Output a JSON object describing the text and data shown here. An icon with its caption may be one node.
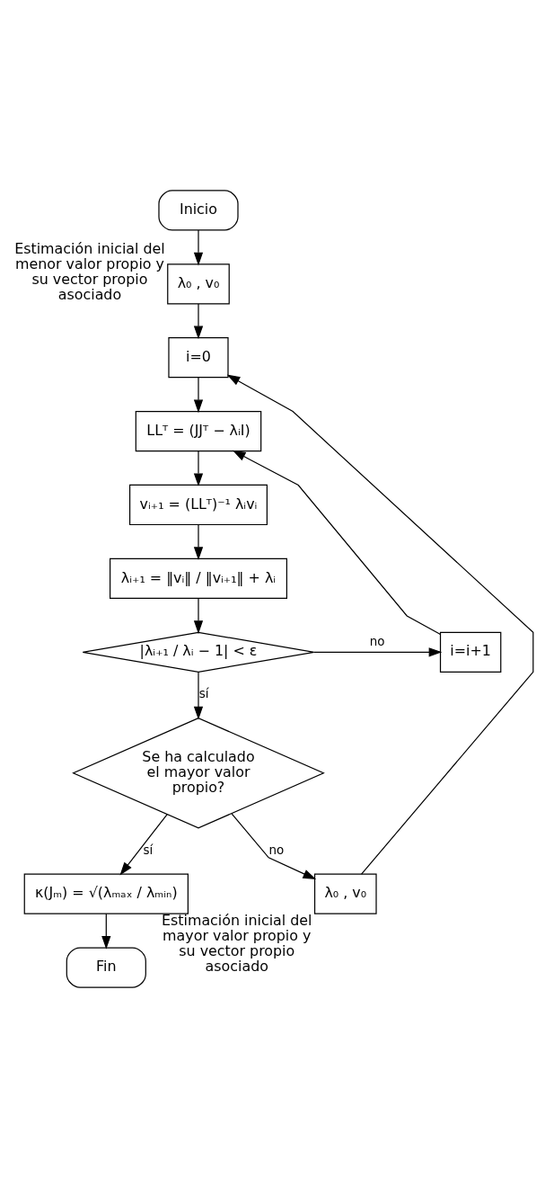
{
  "diagram": {
    "nodes": [
      {
        "text": [
          "Inicio"
        ]
      },
      {
        "text": [
          "λ₀ , v₀"
        ],
        "beside": [
          "Estimación inicial del menor valor propio y su vector propio asociado"
        ]
      },
      {
        "text": [
          "i=0"
        ]
      },
      {
        "text": [
          "LLᵀ = (JJᵀ − λᵢI)"
        ]
      },
      {
        "text": [
          "vᵢ₊₁ = (LLᵀ)⁻¹ λᵢvᵢ"
        ]
      },
      {
        "text": [
          "λᵢ₊₁ = ‖vᵢ‖ / ‖vᵢ₊₁‖ + λᵢ"
        ]
      },
      {
        "text": [
          "|λᵢ₊₁ / λᵢ − 1| < ε"
        ]
      },
      {
        "text": [
          "i=i+1"
        ]
      },
      {
        "text": [
          "Se ha calculado el mayor valor propio?"
        ]
      },
      {
        "text": [
          "λ₀ , v₀"
        ],
        "beside": [
          "Estimación inicial del mayor valor propio y su vector propio asociado"
        ]
      },
      {
        "text": [
          "κ(Jₘ) = √(λₘₐₓ / λₘᵢₙ)"
        ]
      },
      {
        "text": [
          "Fin"
        ]
      }
    ],
    "edges": [
      {
        "from": 0,
        "to": 1,
        "arrow": "to"
      },
      {
        "from": 1,
        "to": 2,
        "arrow": "to"
      },
      {
        "from": 2,
        "to": 3,
        "arrow": "to"
      },
      {
        "from": 3,
        "to": 4,
        "arrow": "to"
      },
      {
        "from": 4,
        "to": 5,
        "arrow": "to"
      },
      {
        "from": 5,
        "to": 6,
        "arrow": "to"
      },
      {
        "from": 6,
        "to": 7,
        "arrow": "to",
        "label": "no"
      },
      {
        "from": 7,
        "to": 3,
        "arrow": "to"
      },
      {
        "from": 6,
        "to": 8,
        "arrow": "to",
        "label": "sí"
      },
      {
        "from": 8,
        "to": 9,
        "arrow": "to",
        "label": "no"
      },
      {
        "from": 9,
        "to": 2,
        "arrow": "to"
      },
      {
        "from": 8,
        "to": 10,
        "arrow": "to",
        "label": "sí"
      },
      {
        "from": 10,
        "to": 11,
        "arrow": "to"
      }
    ]
  }
}
